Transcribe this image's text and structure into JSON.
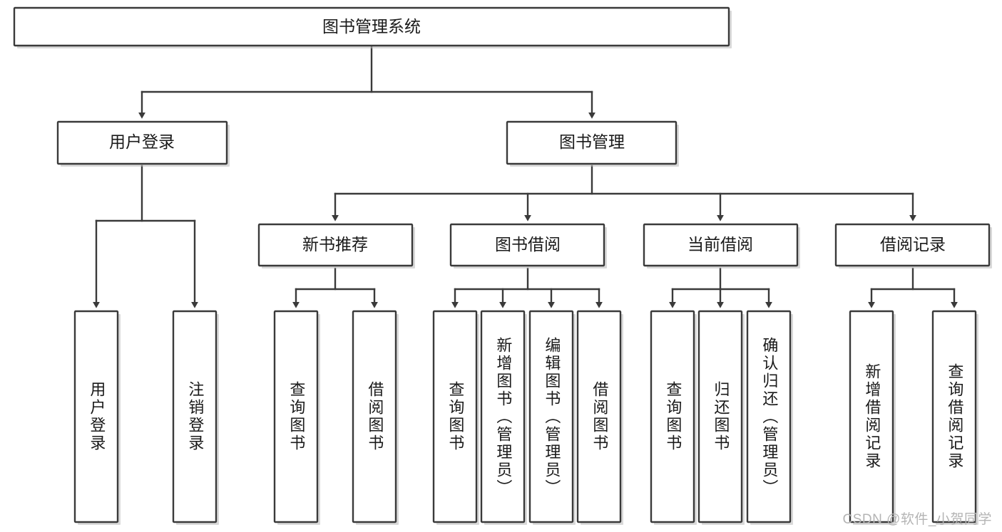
{
  "diagram": {
    "type": "tree-hierarchy",
    "title": "图书管理系统",
    "watermark": "CSDN @软件_小贺同学",
    "colors": {
      "stroke": "#3a3a3a",
      "fill": "#ffffff",
      "text": "#1a1a1a",
      "watermark": "#b4b4b4",
      "shadow": "#b9b9b9"
    },
    "root": {
      "label": "图书管理系统"
    },
    "level2": [
      {
        "label": "用户登录"
      },
      {
        "label": "图书管理"
      }
    ],
    "level3": [
      {
        "label": "新书推荐"
      },
      {
        "label": "图书借阅"
      },
      {
        "label": "当前借阅"
      },
      {
        "label": "借阅记录"
      }
    ],
    "leaves": {
      "user_login": [
        {
          "label": "用户登录"
        },
        {
          "label": "注销登录"
        }
      ],
      "new_book_recommend": [
        {
          "label": "查询图书"
        },
        {
          "label": "借阅图书"
        }
      ],
      "book_borrow": [
        {
          "label": "查询图书"
        },
        {
          "label": "新增图书（管理员）"
        },
        {
          "label": "编辑图书（管理员）"
        },
        {
          "label": "借阅图书"
        }
      ],
      "current_borrow": [
        {
          "label": "查询图书"
        },
        {
          "label": "归还图书"
        },
        {
          "label": "确认归还（管理员）"
        }
      ],
      "borrow_record": [
        {
          "label": "新增借阅记录"
        },
        {
          "label": "查询借阅记录"
        }
      ]
    }
  }
}
